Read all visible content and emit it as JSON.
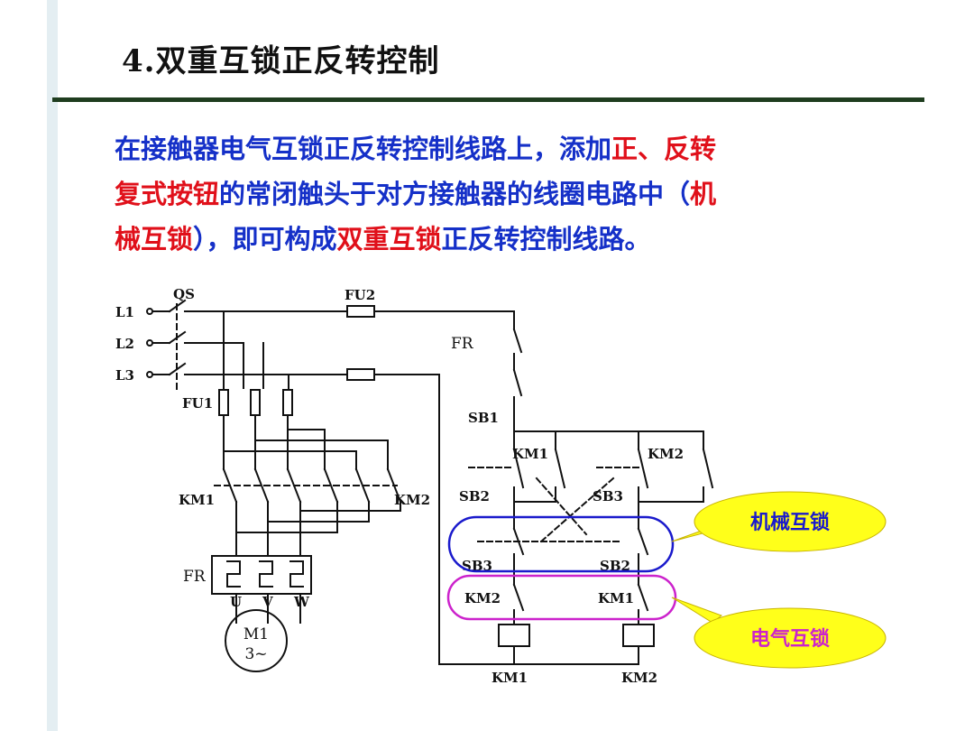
{
  "slide": {
    "title": "4.双重互锁正反转控制",
    "description": [
      {
        "text": "在接触器电气互锁正反转控制线路上，添加",
        "color": "blue"
      },
      {
        "text": "正、反转",
        "color": "red"
      },
      {
        "text": "复式按钮",
        "color": "red"
      },
      {
        "text": "的常闭触头于对方接触器的线圈电路中（",
        "color": "blue"
      },
      {
        "text": "机",
        "color": "red"
      },
      {
        "text": "械互锁",
        "color": "red"
      },
      {
        "text": "），即可构成",
        "color": "blue"
      },
      {
        "text": "双重互锁",
        "color": "red"
      },
      {
        "text": "正反转控制线路。",
        "color": "blue"
      }
    ]
  },
  "diagram": {
    "labels": {
      "l1": "L1",
      "l2": "L2",
      "l3": "L3",
      "qs": "QS",
      "fu2": "FU2",
      "fu1": "FU1",
      "fr_main": "FR",
      "fr_ctrl": "FR",
      "km1_main": "KM1",
      "km2_main": "KM2",
      "u": "U",
      "v": "V",
      "w": "W",
      "motor_name": "M1",
      "motor_phase": "3~",
      "sb1": "SB1",
      "sb2": "SB2",
      "sb3": "SB3",
      "km1_aux": "KM1",
      "km2_aux": "KM2",
      "sb3_nc": "SB3",
      "sb2_nc": "SB2",
      "km2_nc": "KM2",
      "km1_nc": "KM1",
      "km1_coil": "KM1",
      "km2_coil": "KM2"
    },
    "callouts": {
      "mechanical": "机械互锁",
      "electrical": "电气互锁"
    },
    "colors": {
      "mechanical_ring": "#1a1acc",
      "electrical_ring": "#cc22cc",
      "callout_fill": "#ffff1a"
    }
  }
}
